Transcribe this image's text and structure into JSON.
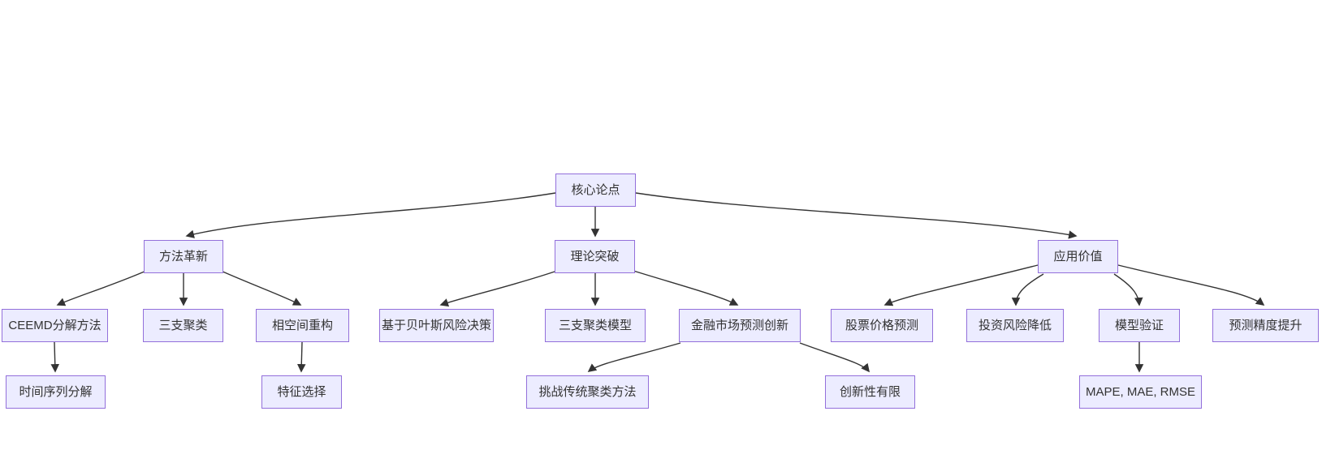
{
  "diagram": {
    "type": "flowchart",
    "direction": "top-down",
    "colors": {
      "node_fill": "#ECECFF",
      "node_border": "#9370DB",
      "edge": "#333333",
      "text": "#333333",
      "background": "#FFFFFF"
    },
    "nodes": [
      {
        "id": "core-thesis",
        "label": "核心论点"
      },
      {
        "id": "method-innovation",
        "label": "方法革新"
      },
      {
        "id": "theory-breakthrough",
        "label": "理论突破"
      },
      {
        "id": "application-value",
        "label": "应用价值"
      },
      {
        "id": "ceemd-decomposition",
        "label": "CEEMD分解方法"
      },
      {
        "id": "three-way-clustering",
        "label": "三支聚类"
      },
      {
        "id": "phase-space-reconstruction",
        "label": "相空间重构"
      },
      {
        "id": "bayesian-risk-decision",
        "label": "基于贝叶斯风险决策"
      },
      {
        "id": "three-way-clustering-model",
        "label": "三支聚类模型"
      },
      {
        "id": "financial-market-forecast-innovation",
        "label": "金融市场预测创新"
      },
      {
        "id": "stock-price-prediction",
        "label": "股票价格预测"
      },
      {
        "id": "investment-risk-reduction",
        "label": "投资风险降低"
      },
      {
        "id": "model-validation",
        "label": "模型验证"
      },
      {
        "id": "forecast-accuracy-improvement",
        "label": "预测精度提升"
      },
      {
        "id": "time-series-decomposition",
        "label": "时间序列分解"
      },
      {
        "id": "feature-selection",
        "label": "特征选择"
      },
      {
        "id": "challenge-traditional-clustering",
        "label": "挑战传统聚类方法"
      },
      {
        "id": "limited-innovation",
        "label": "创新性有限"
      },
      {
        "id": "error-metrics",
        "label": "MAPE, MAE, RMSE"
      }
    ],
    "edges": [
      {
        "from": "core-thesis",
        "to": "method-innovation"
      },
      {
        "from": "core-thesis",
        "to": "theory-breakthrough"
      },
      {
        "from": "core-thesis",
        "to": "application-value"
      },
      {
        "from": "method-innovation",
        "to": "ceemd-decomposition"
      },
      {
        "from": "method-innovation",
        "to": "three-way-clustering"
      },
      {
        "from": "method-innovation",
        "to": "phase-space-reconstruction"
      },
      {
        "from": "theory-breakthrough",
        "to": "bayesian-risk-decision"
      },
      {
        "from": "theory-breakthrough",
        "to": "three-way-clustering-model"
      },
      {
        "from": "theory-breakthrough",
        "to": "financial-market-forecast-innovation"
      },
      {
        "from": "application-value",
        "to": "stock-price-prediction"
      },
      {
        "from": "application-value",
        "to": "investment-risk-reduction"
      },
      {
        "from": "application-value",
        "to": "model-validation"
      },
      {
        "from": "application-value",
        "to": "forecast-accuracy-improvement"
      },
      {
        "from": "ceemd-decomposition",
        "to": "time-series-decomposition"
      },
      {
        "from": "phase-space-reconstruction",
        "to": "feature-selection"
      },
      {
        "from": "financial-market-forecast-innovation",
        "to": "challenge-traditional-clustering"
      },
      {
        "from": "financial-market-forecast-innovation",
        "to": "limited-innovation"
      },
      {
        "from": "model-validation",
        "to": "error-metrics"
      }
    ]
  }
}
